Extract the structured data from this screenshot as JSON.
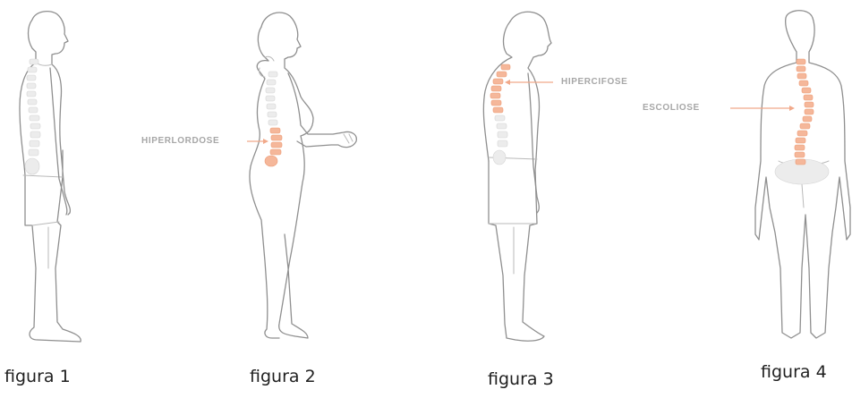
{
  "figures": [
    {
      "caption": "figura 1",
      "condition": ""
    },
    {
      "caption": "figura 2",
      "condition": "HIPERLORDOSE"
    },
    {
      "caption": "figura 3",
      "condition": "HIPERCIFOSE"
    },
    {
      "caption": "figura 4",
      "condition": "ESCOLIOSE"
    }
  ],
  "colors": {
    "outline": "#8f8f8f",
    "spine_highlight": "#f5b79a",
    "arrow": "#f1a98a",
    "label": "#a7a7a7"
  }
}
